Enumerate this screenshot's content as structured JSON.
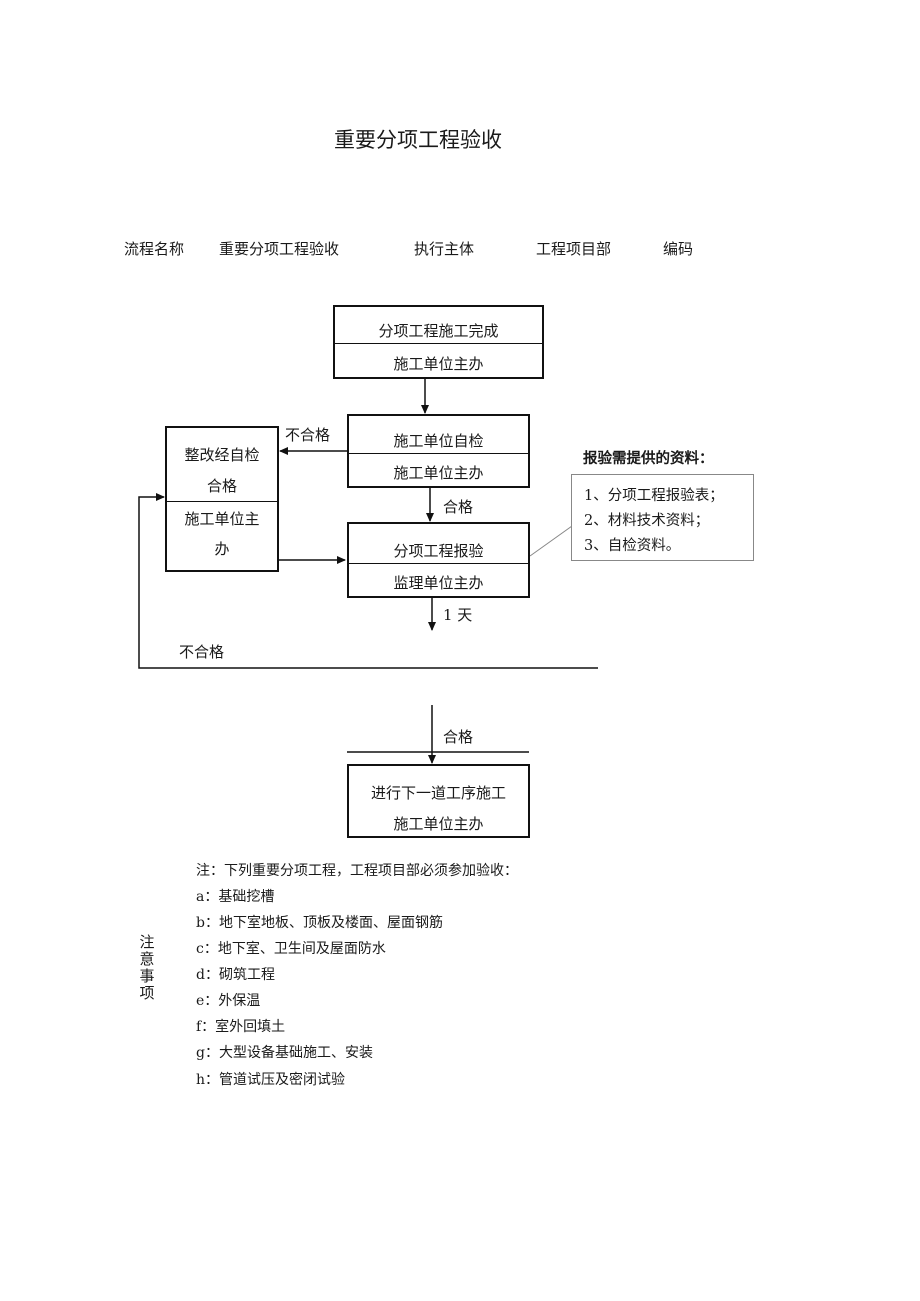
{
  "title": "重要分项工程验收",
  "header": {
    "process_name_label": "流程名称",
    "process_name_value": "重要分项工程验收",
    "executor_label": "执行主体",
    "executor_value": "工程项目部",
    "code_label": "编码"
  },
  "flow": {
    "box1": {
      "top": "分项工程施工完成",
      "bottom": "施工单位主办"
    },
    "box2": {
      "top": "施工单位自检",
      "bottom": "施工单位主办"
    },
    "box3": {
      "top": "分项工程报验",
      "bottom": "监理单位主办"
    },
    "box_rectify": {
      "line1": "整改经自检",
      "line2": "合格",
      "line3": "施工单位主",
      "line4": "办"
    },
    "box4": {
      "top": "进行下一道工序施工",
      "bottom": "施工单位主办"
    },
    "label_fail_1": "不合格",
    "label_pass_1": "合格",
    "label_one_day": "1 天",
    "label_fail_2": "不合格",
    "label_pass_2": "合格"
  },
  "materials": {
    "heading": "报验需提供的资料：",
    "items": [
      "1、分项工程报验表；",
      "2、材料技术资料；",
      "3、自检资料。"
    ]
  },
  "notes": {
    "side_label": [
      "注",
      "意",
      "事",
      "项"
    ],
    "intro": "注：下列重要分项工程，工程项目部必须参加验收：",
    "items": [
      "a：基础挖槽",
      "b：地下室地板、顶板及楼面、屋面钢筋",
      "c：地下室、卫生间及屋面防水",
      "d：砌筑工程",
      "e：外保温",
      "f：室外回填土",
      "g：大型设备基础施工、安装",
      "h：管道试压及密闭试验"
    ]
  }
}
